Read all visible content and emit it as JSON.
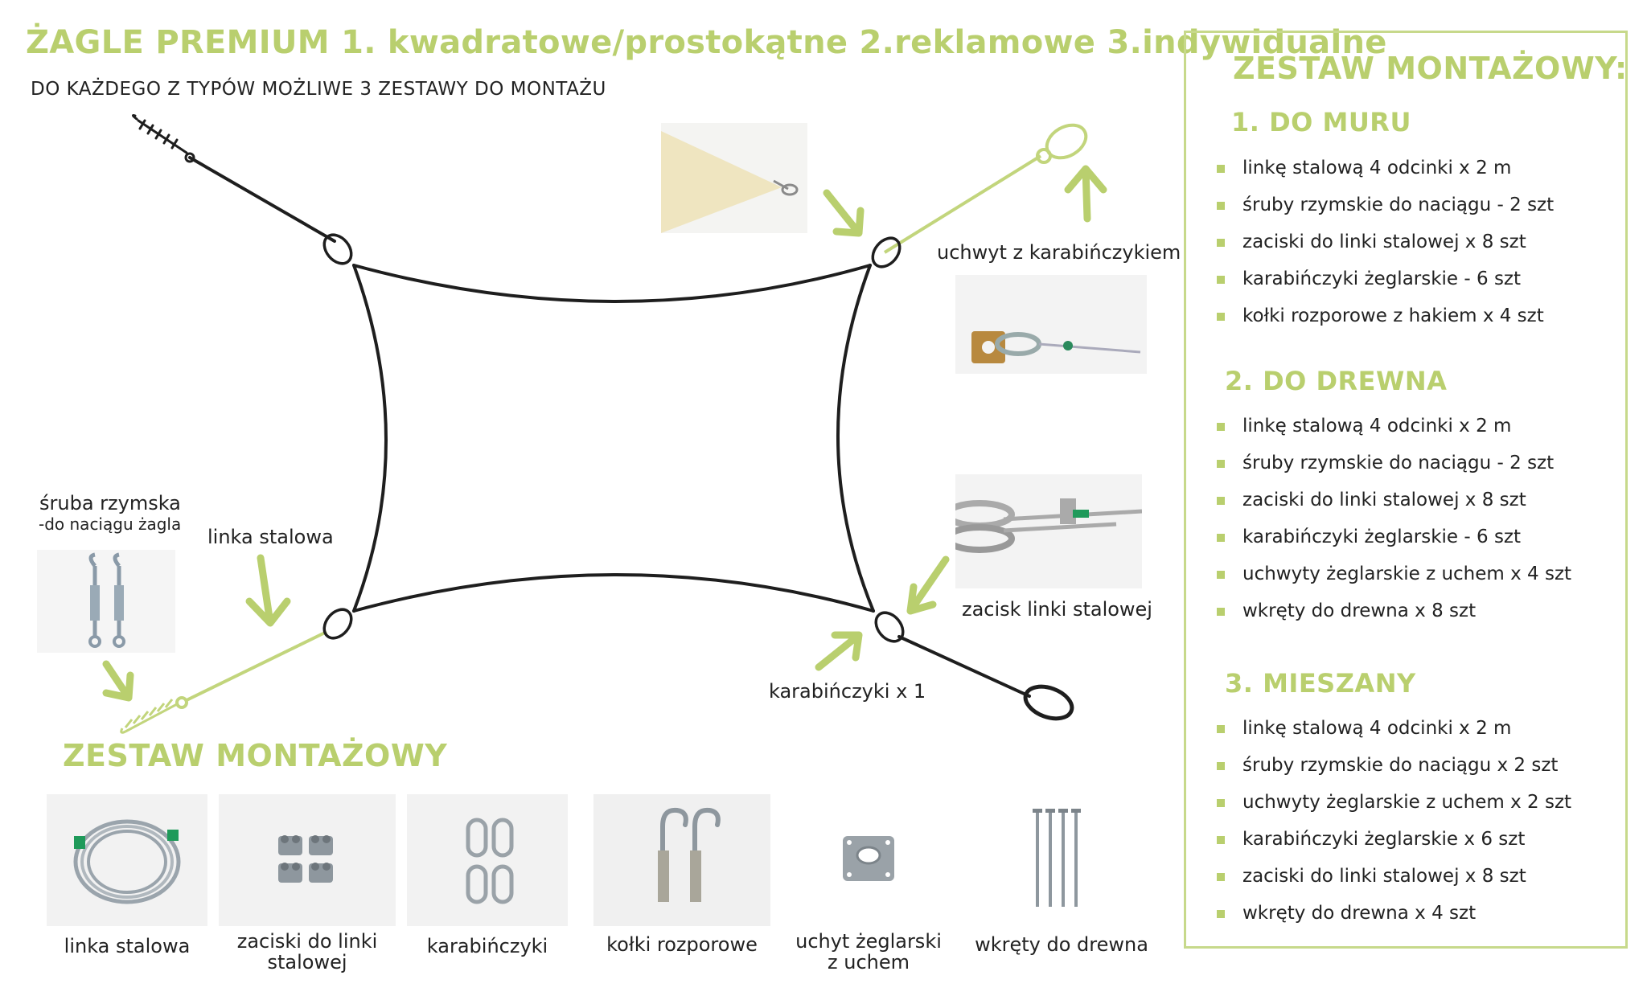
{
  "header": {
    "title": "ŻAGLE PREMIUM 1. kwadratowe/prostokątne  2.reklamowe  3.indywidualne",
    "subtitle": "DO KAŻDEGO Z TYPÓW MOŻLIWE 3 ZESTAWY DO MONTAŻU"
  },
  "diagram": {
    "label_turnbuckle_1": "śruba rzymska",
    "label_turnbuckle_2": "-do naciągu żagla",
    "label_wire": "linka stalowa",
    "label_holder": "uchwyt z karabińczykiem",
    "label_clamp": "zacisk linki stalowej",
    "label_carabiner": "karabińczyki x 1"
  },
  "kit": {
    "title": "ZESTAW MONTAŻOWY",
    "items": [
      {
        "cap1": "linka stalowa",
        "cap2": "",
        "icon": "wire-coil-icon"
      },
      {
        "cap1": "zaciski do linki",
        "cap2": "stalowej",
        "icon": "wire-clamps-icon"
      },
      {
        "cap1": "karabińczyki",
        "cap2": "",
        "icon": "carabiners-icon"
      },
      {
        "cap1": "kołki rozporowe",
        "cap2": "",
        "icon": "hook-anchors-icon"
      },
      {
        "cap1": "uchyt żeglarski",
        "cap2": "z uchem",
        "icon": "eye-plate-icon"
      },
      {
        "cap1": "wkręty do drewna",
        "cap2": "",
        "icon": "wood-screws-icon"
      }
    ]
  },
  "panel": {
    "title": "ZESTAW MONTAŻOWY:",
    "sections": [
      {
        "title": "1. DO MURU",
        "items": [
          "linkę stalową 4 odcinki x 2 m",
          "śruby rzymskie do naciągu - 2 szt",
          "zaciski do linki stalowej x 8 szt",
          "karabińczyki żeglarskie - 6 szt",
          "kołki rozporowe z hakiem x 4 szt"
        ]
      },
      {
        "title": "2. DO DREWNA",
        "items": [
          "linkę stalową 4 odcinki x 2 m",
          "śruby rzymskie do naciągu - 2 szt",
          "zaciski do linki stalowej x 8 szt",
          "karabińczyki żeglarskie - 6 szt",
          "uchwyty żeglarskie z uchem x 4 szt",
          "wkręty do drewna x 8 szt"
        ]
      },
      {
        "title": "3. MIESZANY",
        "items": [
          "linkę stalową 4 odcinki x 2 m",
          "śruby rzymskie do naciągu x 2 szt",
          "uchwyty żeglarskie z uchem x 2 szt",
          "karabińczyki żeglarskie x 6 szt",
          "zaciski do linki stalowej x 8 szt",
          "wkręty do drewna x 4 szt"
        ]
      }
    ]
  },
  "colors": {
    "accent": "#b9cf6e",
    "panel_border": "#c7d98b",
    "rope": "#1e1e1e",
    "text": "#222222"
  }
}
